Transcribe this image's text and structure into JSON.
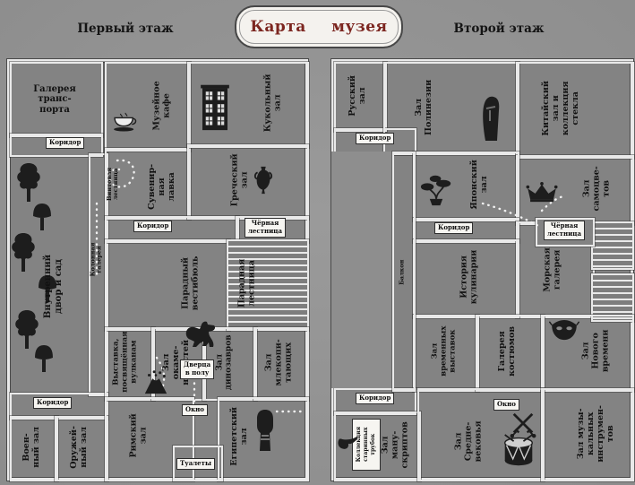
{
  "title": "Карта музея",
  "floors": {
    "first": {
      "label": "Первый этаж",
      "rooms": {
        "transport": "Галерея\nтранс-\nпорта",
        "corridor_top": "Коридор",
        "colonnade": "Колонная галерея",
        "spiral_stairs": "Винтовая\nлестница",
        "courtyard": "Внутренний\nдвор и сад",
        "cafe": "Музейное\nкафе",
        "souvenir": "Сувенир-\nная лавка",
        "doll": "Кукольный\nзал",
        "greek": "Греческий\nзал",
        "corridor_mid": "Коридор",
        "black_stairs": "Чёрная\nлестница",
        "vestibule": "Парадный\nвестибюль",
        "grand_stairs": "Парадная\nлестница",
        "volcano": "Выставка,\nпосвящённая\nвулканам",
        "fossils": "Зал окаме-\nнелостей",
        "dinosaurs": "Зал динозавров",
        "mammals": "Зал млекопи-\nтающих",
        "floor_door": "Дверца\nв полу",
        "window": "Окно",
        "roman": "Римский\nзал",
        "toilets": "Туалеты",
        "egyptian": "Египетский\nзал",
        "corridor_bottom": "Коридор",
        "military": "Воен-\nный зал",
        "armory": "Оружей-\nный зал"
      },
      "icons": [
        "trees-icon",
        "mushroom-icon",
        "teacup-icon",
        "dollhouse-icon",
        "amphora-icon",
        "dinosaur-icon",
        "volcano-icon",
        "egyptian-statue-icon",
        "footprints-trail"
      ]
    },
    "second": {
      "label": "Второй этаж",
      "rooms": {
        "russian": "Русский\nзал",
        "corridor_top": "Коридор",
        "balcony": "Балкон",
        "polynesia": "Зал\nПолинезии",
        "chinese": "Китайский\nзал и\nколлекция\nстекла",
        "gems": "Зал\nсамоцве-\nтов",
        "japanese": "Японский\nзал",
        "corridor_mid": "Коридор",
        "black_stairs": "Чёрная\nлестница",
        "cooking": "История\nкулинарии",
        "marine": "Морская\nгалерея",
        "temporary": "Зал\nвременных\nвыставок",
        "costumes": "Галерея\nкостюмов",
        "modern": "Зал Нового\nвремени",
        "corridor_bottom": "Коридор",
        "manuscripts": "Зал ману-\nскриптов",
        "pipes": "Коллекция\nстаринных\nтрубок",
        "medieval": "Зал Средне-\nвековья",
        "window": "Окно",
        "music": "Зал музы-\nкальных\nинструмен-\nтов"
      },
      "icons": [
        "moai-icon",
        "bonsai-icon",
        "crown-icon",
        "mask-icon",
        "swords-icon",
        "drum-icon",
        "pipe-icon",
        "footprints-trail"
      ]
    }
  },
  "colors": {
    "background": "#8e8e8e",
    "plan_fill": "#838383",
    "wall": "#e9e9e9",
    "ink": "#111111",
    "tag_bg": "#f6f5f1",
    "title_red": "#7c2620"
  }
}
